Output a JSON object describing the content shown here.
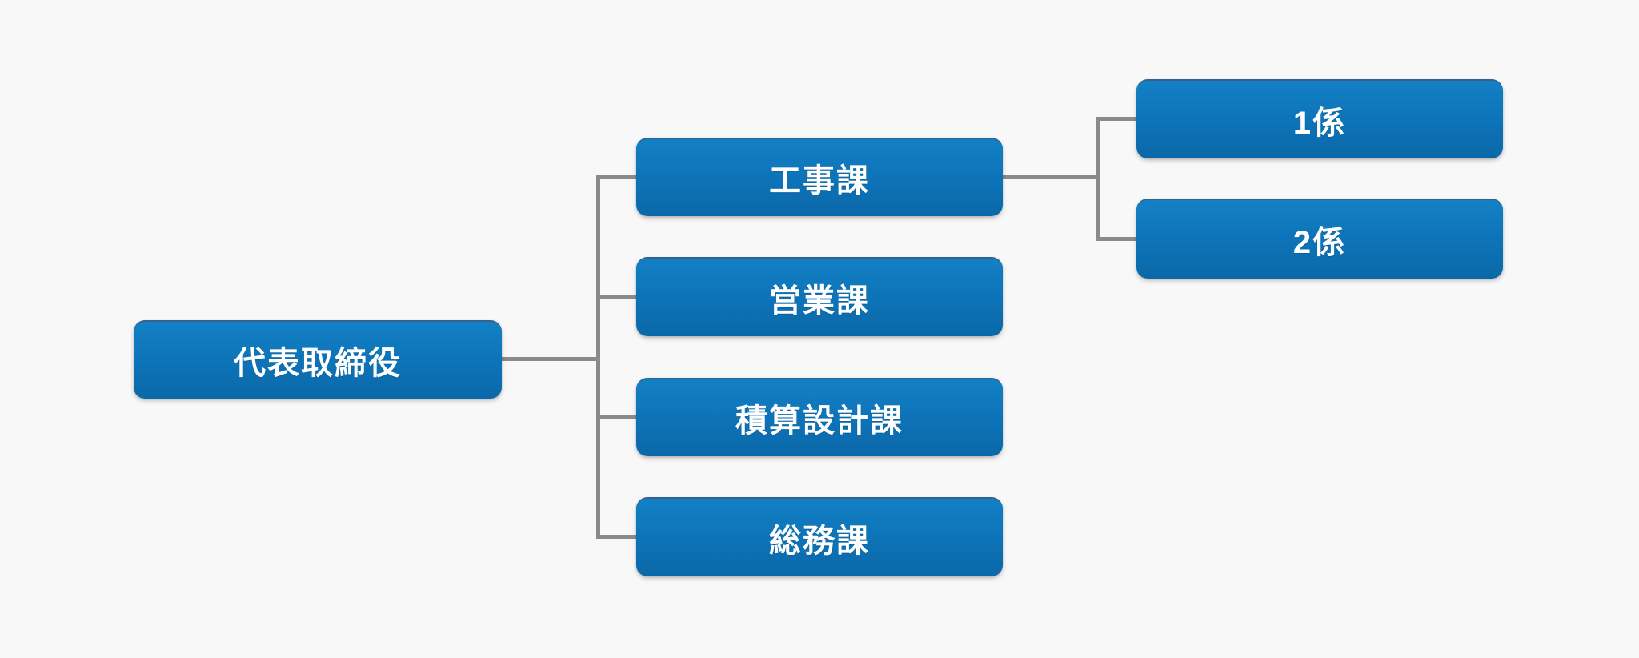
{
  "org_chart": {
    "type": "org-tree",
    "direction": "left-to-right",
    "colors": {
      "background": "#f8f8f8",
      "node_gradient_top": "#1380c5",
      "node_gradient_bottom": "#0a68a8",
      "node_top_edge": "#35618c",
      "node_text": "#ffffff",
      "connector": "#8a8a8a"
    },
    "root": {
      "label": "代表取締役"
    },
    "departments": [
      {
        "label": "工事課",
        "children": [
          {
            "label": "1係"
          },
          {
            "label": "2係"
          }
        ]
      },
      {
        "label": "営業課",
        "children": []
      },
      {
        "label": "積算設計課",
        "children": []
      },
      {
        "label": "総務課",
        "children": []
      }
    ]
  }
}
